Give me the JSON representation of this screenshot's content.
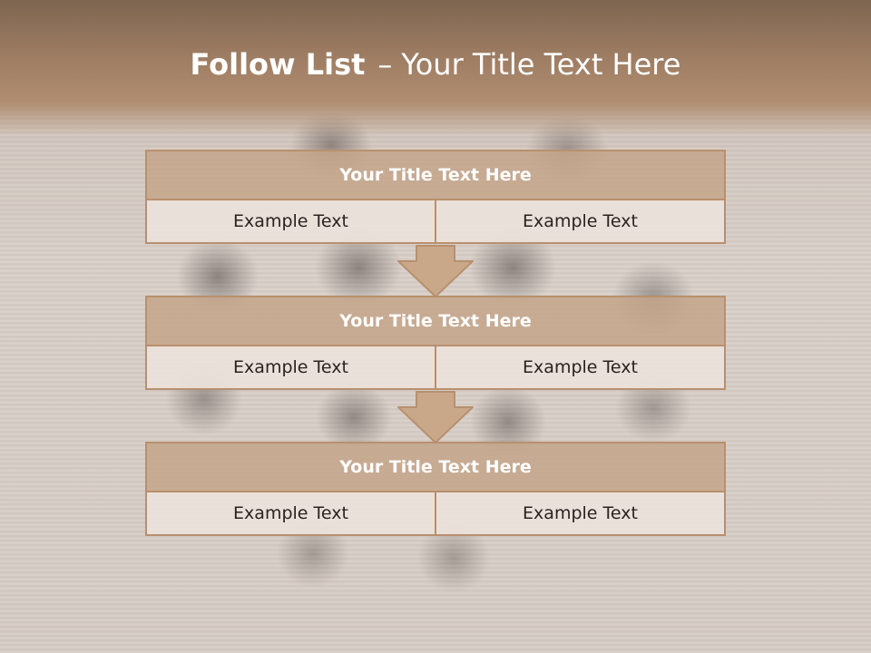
{
  "slide": {
    "title_bold": "Follow List",
    "title_dash": "–",
    "title_rest": "Your Title Text Here"
  },
  "blocks": [
    {
      "title": "Your Title Text Here",
      "left": "Example Text",
      "right": "Example Text"
    },
    {
      "title": "Your Title Text Here",
      "left": "Example Text",
      "right": "Example Text"
    },
    {
      "title": "Your Title Text Here",
      "left": "Example Text",
      "right": "Example Text"
    }
  ],
  "colors": {
    "header_brown": "#9c7c62",
    "block_title_fill": "#c4a589",
    "block_border": "#b8906e",
    "cell_fill": "#ece2db",
    "text_dark": "#2b2220"
  },
  "icons": [
    "down-arrow-icon",
    "down-arrow-icon"
  ]
}
